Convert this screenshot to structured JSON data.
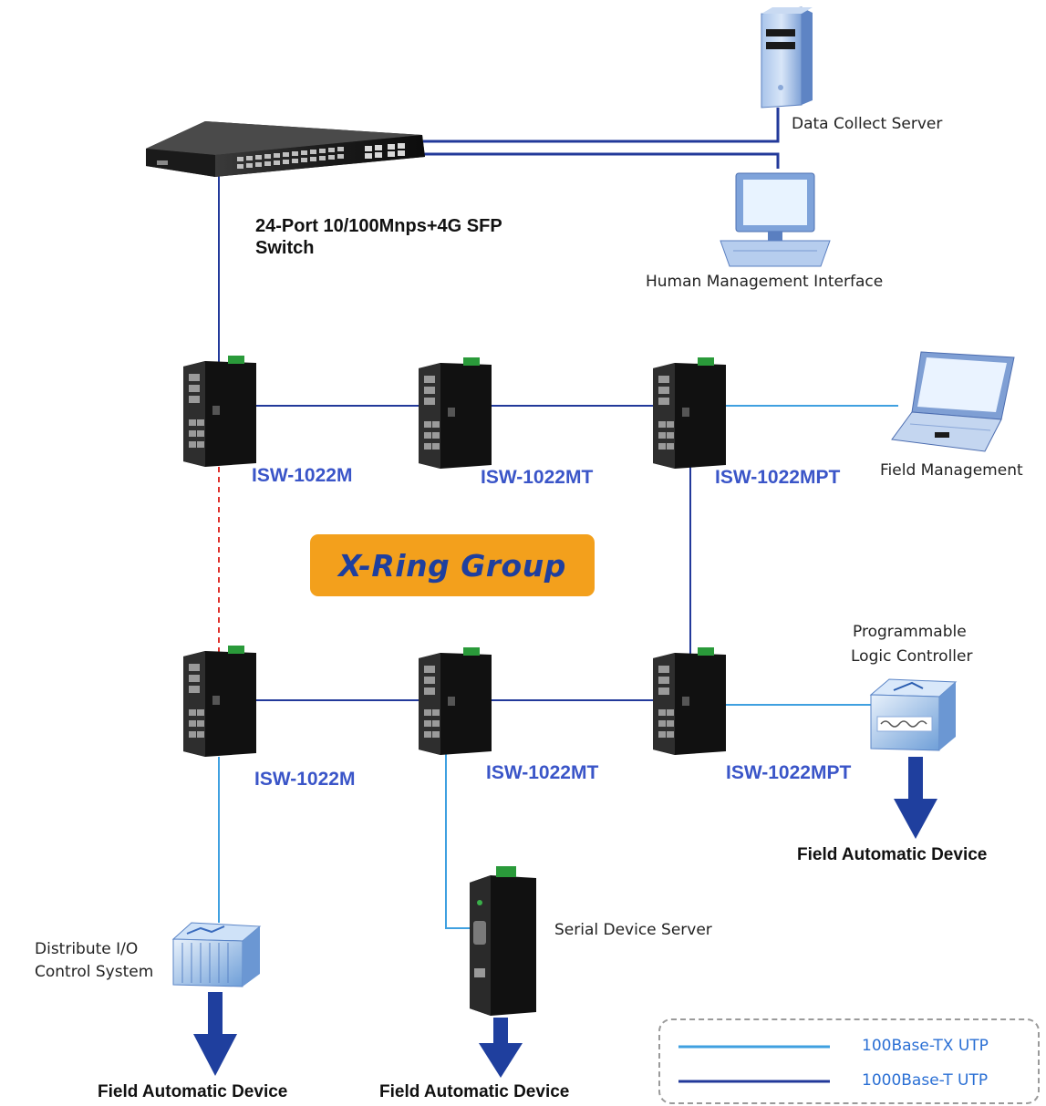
{
  "core_switch": {
    "line1": "24-Port 10/100Mnps+4G SFP",
    "line2": "Switch"
  },
  "servers": {
    "data_collect": "Data Collect Server",
    "hmi": "Human Management Interface"
  },
  "ring": {
    "label": "X-Ring Group"
  },
  "switches": {
    "top_left": "ISW-1022M",
    "top_mid": "ISW-1022MT",
    "top_right": "ISW-1022MPT",
    "bot_left": "ISW-1022M",
    "bot_mid": "ISW-1022MT",
    "bot_right": "ISW-1022MPT"
  },
  "field_management": "Field Management",
  "plc": {
    "line1": "Programmable",
    "line2": "Logic Controller"
  },
  "dio": {
    "line1": "Distribute I/O",
    "line2": "Control System"
  },
  "serial_server": "Serial Device Server",
  "field_devices": {
    "left": "Field Automatic Device",
    "middle": "Field Automatic Device",
    "right": "Field Automatic Device"
  },
  "legend": {
    "light": "100Base-TX UTP",
    "dark": "1000Base-T UTP"
  },
  "colors": {
    "link_100": "#3fa0e0",
    "link_1000": "#22399a",
    "ring_backup": "#e0302a",
    "ring_label_bg": "#f3a01c",
    "model_text": "#3a55c8"
  }
}
